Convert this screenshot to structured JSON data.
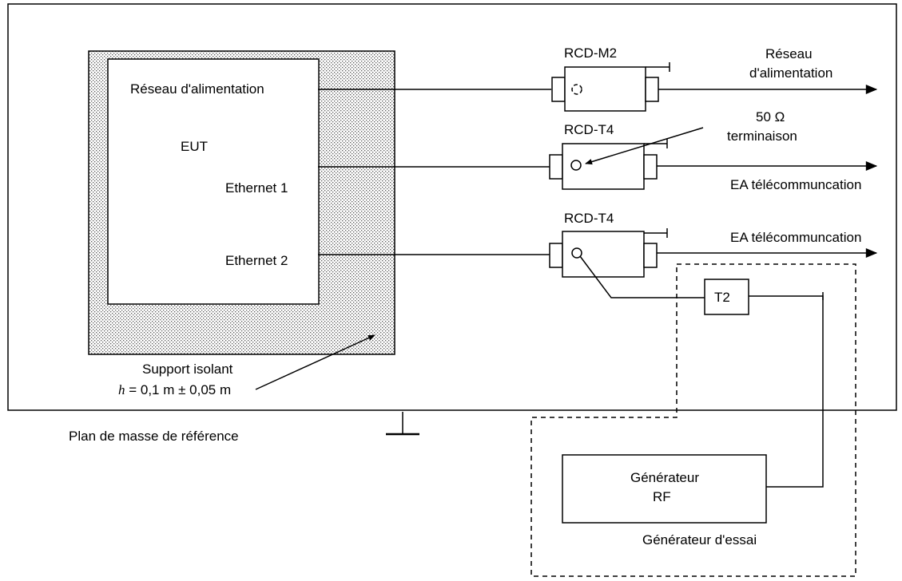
{
  "labels": {
    "eut_power": "Réseau d'alimentation",
    "eut": "EUT",
    "ethernet1": "Ethernet 1",
    "ethernet2": "Ethernet 2",
    "rcd_m2": "RCD-M2",
    "rcd_t4_a": "RCD-T4",
    "rcd_t4_b": "RCD-T4",
    "power_out_line1": "Réseau",
    "power_out_line2": "d'alimentation",
    "term_line1": "50 Ω",
    "term_line2": "terminaison",
    "ae_telecom_1": "EA télécommuncation",
    "ae_telecom_2": "EA télécommuncation",
    "t2": "T2",
    "support_line1": "Support isolant",
    "support_line2_h": "h",
    "support_line2_rest": " = 0,1 m ± 0,05 m",
    "ground_plane": "Plan de masse de référence",
    "rf_gen_line1": "Générateur",
    "rf_gen_line2": "RF",
    "test_gen": "Générateur d'essai"
  }
}
